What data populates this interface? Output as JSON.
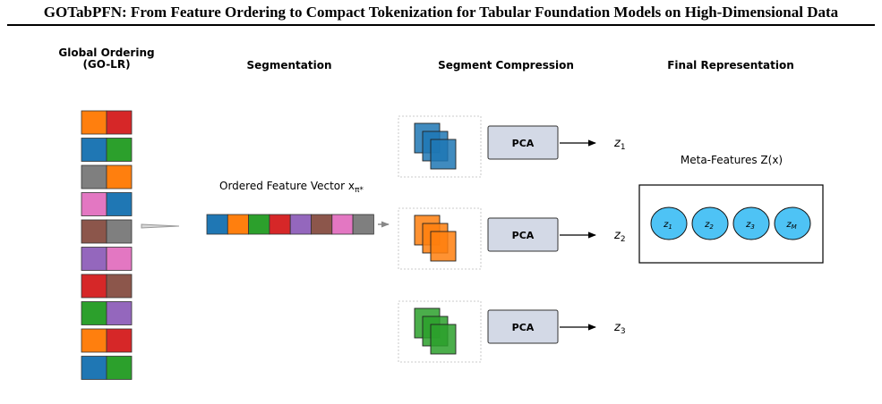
{
  "paper_title": "GOTabPFN: From Feature Ordering to Compact Tokenization for Tabular Foundation Models on High-Dimensional Data",
  "headings": {
    "global_ordering_line1": "Global Ordering",
    "global_ordering_line2": "(GO-LR)",
    "segmentation": "Segmentation",
    "segment_compression": "Segment Compression",
    "final_representation": "Final Representation"
  },
  "ordered_vector_label": "Ordered Feature Vector x",
  "ordered_vector_subscript": "π*",
  "meta_features_label": "Meta-Features Z(x)",
  "pca_label": "PCA",
  "z_outputs": [
    {
      "base": "z",
      "sub": "1"
    },
    {
      "base": "z",
      "sub": "2"
    },
    {
      "base": "z",
      "sub": "3"
    }
  ],
  "meta_circles": [
    {
      "base": "z",
      "sub": "1"
    },
    {
      "base": "z",
      "sub": "2"
    },
    {
      "base": "z",
      "sub": "3"
    },
    {
      "base": "z",
      "sub": "M"
    }
  ],
  "colors": {
    "blue": "#1f77b4",
    "orange": "#ff7f0e",
    "green": "#2ca02c",
    "red": "#d62728",
    "purple": "#9467bd",
    "brown": "#8c564b",
    "pink": "#e377c2",
    "gray": "#7f7f7f",
    "pca_fill": "#d3d9e6",
    "circle_fill": "#4ec3f5"
  },
  "global_ordering_pairs": [
    [
      "orange",
      "red"
    ],
    [
      "blue",
      "green"
    ],
    [
      "gray",
      "orange"
    ],
    [
      "pink",
      "blue"
    ],
    [
      "brown",
      "gray"
    ],
    [
      "purple",
      "pink"
    ],
    [
      "red",
      "brown"
    ],
    [
      "green",
      "purple"
    ],
    [
      "orange",
      "red"
    ],
    [
      "blue",
      "green"
    ]
  ],
  "ordered_vector_colors": [
    "blue",
    "orange",
    "green",
    "red",
    "purple",
    "brown",
    "pink",
    "gray"
  ],
  "segment_colors": [
    "blue",
    "orange",
    "green"
  ]
}
